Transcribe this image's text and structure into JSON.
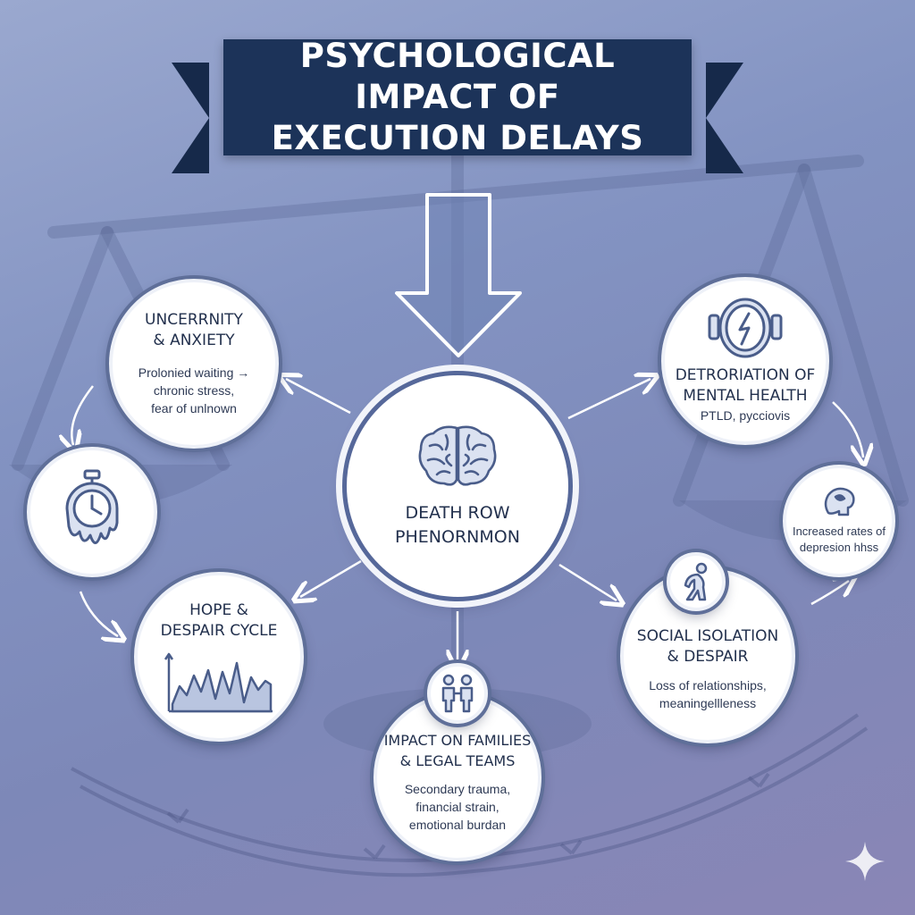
{
  "title": "PSYCHOLOGICAL IMPACT OF EXECUTION DELAYS",
  "center": {
    "title_line1": "DEATH ROW",
    "title_line2": "PHENORNMON",
    "icon": "brain-icon"
  },
  "nodes": {
    "uncertainty": {
      "title_line1": "UNCERRNITY",
      "title_line2": "& ANXIETY",
      "desc_line1": "Prolonied waiting →",
      "desc_line2": "chronic stress,",
      "desc_line3": "fear of unlnown"
    },
    "clock": {
      "icon": "melting-clock-icon"
    },
    "hope": {
      "title_line1": "HOPE &",
      "title_line2": "DESPAIR CYCLE",
      "icon": "fluctuating-graph-icon"
    },
    "families": {
      "title_line1": "IMPACT ON FAMILIES",
      "title_line2": "& LEGAL TEAMS",
      "desc_line1": "Secondary trauma,",
      "desc_line2": "financial strain,",
      "desc_line3": "emotional burdan",
      "icon": "two-people-icon"
    },
    "mental": {
      "title_line1": "DETRORIATION OF",
      "title_line2": "MENTAL HEALTH",
      "desc_line1": "PTLD, pycciovis",
      "icon": "broken-mirror-icon"
    },
    "depression": {
      "desc_line1": "Increased rates of",
      "desc_line2": "depresion hhss",
      "icon": "head-profile-icon"
    },
    "isolation": {
      "title_line1": "SOCIAL ISOLATION",
      "title_line2": "& DESPAIR",
      "desc_line1": "Loss of relationships,",
      "desc_line2": "meaningellleness",
      "icon": "hunched-person-icon"
    }
  },
  "colors": {
    "banner": "#1c3359",
    "icon": "#4a5d8a",
    "node_ring": "#5f6f99",
    "arrow": "#ffffff"
  }
}
